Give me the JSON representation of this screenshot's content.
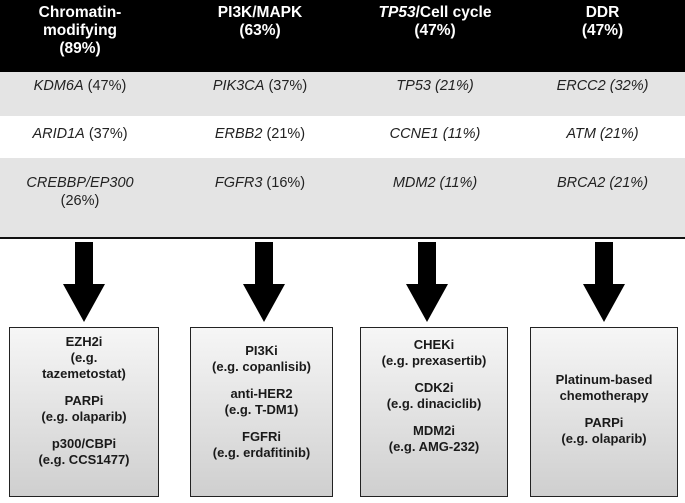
{
  "header": {
    "col1": [
      "Chromatin-",
      "modifying",
      "(89%)"
    ],
    "col2": [
      "PI3K/MAPK",
      "(63%)"
    ],
    "col3_italic": "TP53",
    "col3_rest": "/Cell cycle",
    "col3_pct": "(47%)",
    "col4": [
      "DDR",
      "(47%)"
    ]
  },
  "rows": [
    [
      {
        "gene": "KDM6A",
        "pct": " (47%)"
      },
      {
        "gene": "PIK3CA",
        "pct": " (37%)"
      },
      {
        "gene": "TP53",
        "pct": " (21%)"
      },
      {
        "gene": "ERCC2",
        "pct": " (32%)"
      }
    ],
    [
      {
        "gene": "ARID1A",
        "pct": " (37%)"
      },
      {
        "gene": "ERBB2",
        "pct": " (21%)"
      },
      {
        "gene": "CCNE1",
        "pct": " (11%)"
      },
      {
        "gene": "ATM",
        "pct": " (21%)"
      }
    ],
    [
      {
        "gene": "CREBBP/EP300",
        "pct": "(26%)"
      },
      {
        "gene": "FGFR3",
        "pct": " (16%)"
      },
      {
        "gene": "MDM2",
        "pct": " (11%)"
      },
      {
        "gene": "BRCA2",
        "pct": " (21%)"
      }
    ]
  ],
  "therapies": [
    [
      "EZH2i",
      "(e.g.",
      "tazemetostat)",
      "PARPi",
      "(e.g. olaparib)",
      "p300/CBPi",
      "(e.g. CCS1477)"
    ],
    [
      "PI3Ki",
      "(e.g. copanlisib)",
      "anti-HER2",
      "(e.g. T-DM1)",
      "FGFRi",
      "(e.g. erdafitinib)"
    ],
    [
      "CHEKi",
      "(e.g. prexasertib)",
      "CDK2i",
      "(e.g. dinaciclib)",
      "MDM2i",
      "(e.g. AMG-232)"
    ],
    [
      "Platinum-based",
      "chemotherapy",
      "PARPi",
      "(e.g. olaparib)"
    ]
  ],
  "colors": {
    "header_bg": "#000000",
    "row_shade": "#e4e4e4",
    "arrow": "#000000"
  }
}
